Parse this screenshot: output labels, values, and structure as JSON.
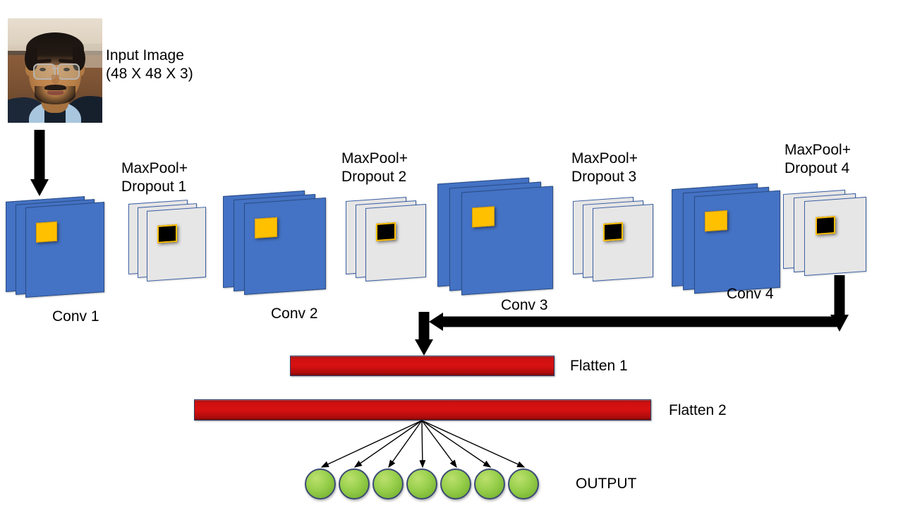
{
  "diagram": {
    "title": "CNN architecture diagram",
    "colors": {
      "conv_fill": "#4472C4",
      "conv_patch": "#FFC000",
      "pool_fill": "#E7E6E6",
      "pool_border": "#3C61A5",
      "pool_patch": "#000000",
      "flatten_fill": "#D71111",
      "flatten_border": "#2B3A64",
      "neuron_fill": "#92D050",
      "neuron_border": "#3A4A74",
      "arrow": "#000000",
      "background": "#FFFFFF",
      "text": "#000000"
    },
    "input": {
      "image_alt": "portrait photo of a person wearing glasses",
      "label_line1": "Input Image",
      "label_line2": "(48 X 48 X 3)"
    },
    "conv_layers": [
      {
        "label": "Conv 1",
        "icon": "conv-feature-map-stack"
      },
      {
        "label": "Conv 2",
        "icon": "conv-feature-map-stack"
      },
      {
        "label": "Conv 3",
        "icon": "conv-feature-map-stack"
      },
      {
        "label": "Conv 4",
        "icon": "conv-feature-map-stack"
      }
    ],
    "pool_layers": [
      {
        "label_line1": "MaxPool+",
        "label_line2": "Dropout 1",
        "icon": "maxpool-feature-map-stack"
      },
      {
        "label_line1": "MaxPool+",
        "label_line2": "Dropout 2",
        "icon": "maxpool-feature-map-stack"
      },
      {
        "label_line1": "MaxPool+",
        "label_line2": "Dropout 3",
        "icon": "maxpool-feature-map-stack"
      },
      {
        "label_line1": "MaxPool+",
        "label_line2": "Dropout 4",
        "icon": "maxpool-feature-map-stack"
      }
    ],
    "flatten_layers": [
      {
        "label": "Flatten 1"
      },
      {
        "label": "Flatten 2"
      }
    ],
    "output": {
      "label": "OUTPUT",
      "node_count": 7
    },
    "arrows": [
      {
        "name": "input-to-conv1",
        "direction": "down"
      },
      {
        "name": "maxpool4-to-bus",
        "direction": "down"
      },
      {
        "name": "bus-to-flatten1",
        "direction": "left"
      },
      {
        "name": "bus-down-to-flatten1",
        "direction": "down"
      },
      {
        "name": "flatten2-to-output",
        "direction": "fan-out"
      }
    ]
  }
}
